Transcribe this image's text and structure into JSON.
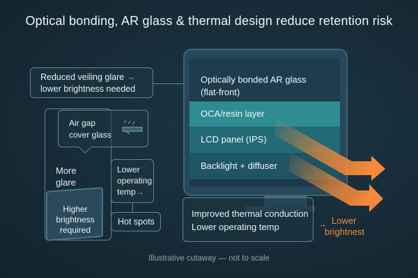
{
  "title": "Optical bonding, AR glass & thermal design reduce retention risk",
  "left_top_callout": {
    "line1": "Reduced veiling glare",
    "line1_arrow": "→",
    "line2": "lower brightness needed"
  },
  "airgap": {
    "line1": "Air gap",
    "line2": "cover glass"
  },
  "more_glare": {
    "line1": "More",
    "line2": "glare"
  },
  "lower_temp_left": {
    "line1": "Lower",
    "line2": "operating",
    "line3": "temp",
    "arrow": "→"
  },
  "higher_brightness": {
    "line1": "Higher",
    "line2": "brightness",
    "line3": "required"
  },
  "hot_spots": "Hot spots",
  "layers": [
    {
      "line1": "Optically bonded AR glass",
      "line2": "(flat-front)"
    },
    {
      "line1": "OCA/resin layer"
    },
    {
      "line1": "LCD panel (IPS)"
    },
    {
      "line1": "Backlight + diffuser"
    }
  ],
  "thermal_box": {
    "line1": "Improved thermal conduction",
    "line2": "Lower operating temp"
  },
  "right_arrow_label": {
    "arrow": "→",
    "line1": "Lower",
    "line2": "brightnest"
  },
  "footer": "Illustrative cutaway — not to scale",
  "colors": {
    "background": "#172c38",
    "accent_teal": "#66c9c8",
    "accent_orange": "#f08a3c",
    "layer_oca": "#2f8c92",
    "layer_lcd": "#236a77",
    "layer_backlight": "#1e5463"
  }
}
